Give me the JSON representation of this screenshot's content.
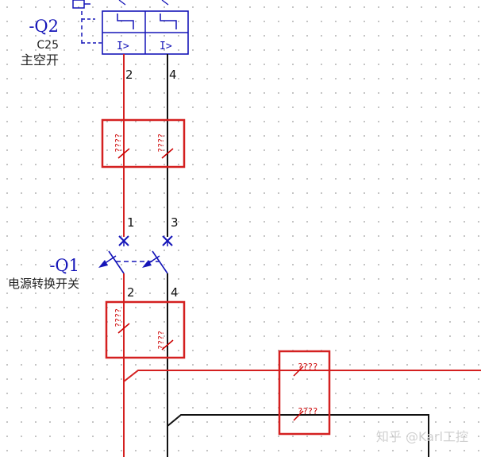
{
  "breaker_q2": {
    "tag": "-Q2",
    "rating": "C25",
    "description": "主空开",
    "trip_symbol": "I>",
    "terminals_out": [
      "2",
      "4"
    ]
  },
  "switch_q1": {
    "tag": "-Q1",
    "description": "电源转换开关",
    "terminals_in": [
      "1",
      "3"
    ],
    "terminals_out": [
      "2",
      "4"
    ]
  },
  "markers": {
    "unknown_text": "????"
  },
  "watermark": "知乎 @Karl工控",
  "colors": {
    "device_blue": "#1515b8",
    "wire_red": "#d42020",
    "wire_black": "#111111",
    "box_red": "#d42020",
    "grid_dot": "#9a9a9a"
  }
}
